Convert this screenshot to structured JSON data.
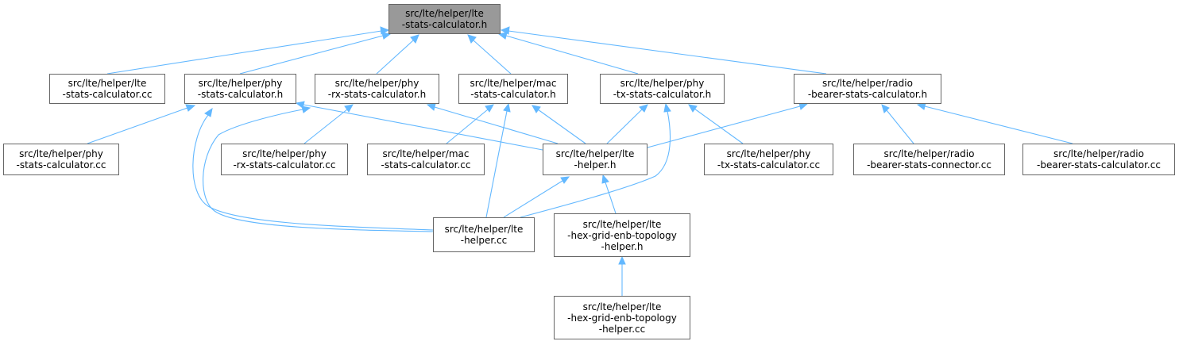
{
  "diagram": {
    "nodes": [
      {
        "id": "n0",
        "lines": [
          "src/lte/helper/lte",
          "-stats-calculator.h"
        ],
        "highlighted": true
      },
      {
        "id": "n1",
        "lines": [
          "src/lte/helper/lte",
          "-stats-calculator.cc"
        ]
      },
      {
        "id": "n2",
        "lines": [
          "src/lte/helper/phy",
          "-stats-calculator.h"
        ]
      },
      {
        "id": "n3",
        "lines": [
          "src/lte/helper/phy",
          "-rx-stats-calculator.h"
        ]
      },
      {
        "id": "n4",
        "lines": [
          "src/lte/helper/mac",
          "-stats-calculator.h"
        ]
      },
      {
        "id": "n5",
        "lines": [
          "src/lte/helper/phy",
          "-tx-stats-calculator.h"
        ]
      },
      {
        "id": "n6",
        "lines": [
          "src/lte/helper/radio",
          "-bearer-stats-calculator.h"
        ]
      },
      {
        "id": "n7",
        "lines": [
          "src/lte/helper/phy",
          "-stats-calculator.cc"
        ]
      },
      {
        "id": "n8",
        "lines": [
          "src/lte/helper/phy",
          "-rx-stats-calculator.cc"
        ]
      },
      {
        "id": "n9",
        "lines": [
          "src/lte/helper/mac",
          "-stats-calculator.cc"
        ]
      },
      {
        "id": "n10",
        "lines": [
          "src/lte/helper/lte",
          "-helper.h"
        ]
      },
      {
        "id": "n11",
        "lines": [
          "src/lte/helper/phy",
          "-tx-stats-calculator.cc"
        ]
      },
      {
        "id": "n12",
        "lines": [
          "src/lte/helper/radio",
          "-bearer-stats-connector.cc"
        ]
      },
      {
        "id": "n13",
        "lines": [
          "src/lte/helper/radio",
          "-bearer-stats-calculator.cc"
        ]
      },
      {
        "id": "n14",
        "lines": [
          "src/lte/helper/lte",
          "-helper.cc"
        ]
      },
      {
        "id": "n15",
        "lines": [
          "src/lte/helper/lte",
          "-hex-grid-enb-topology",
          "-helper.h"
        ]
      },
      {
        "id": "n16",
        "lines": [
          "src/lte/helper/lte",
          "-hex-grid-enb-topology",
          "-helper.cc"
        ]
      }
    ],
    "edges": [
      {
        "from": "n1",
        "to": "n0"
      },
      {
        "from": "n2",
        "to": "n0"
      },
      {
        "from": "n3",
        "to": "n0"
      },
      {
        "from": "n4",
        "to": "n0"
      },
      {
        "from": "n5",
        "to": "n0"
      },
      {
        "from": "n6",
        "to": "n0"
      },
      {
        "from": "n7",
        "to": "n2"
      },
      {
        "from": "n10",
        "to": "n2"
      },
      {
        "from": "n14",
        "to": "n2"
      },
      {
        "from": "n8",
        "to": "n3"
      },
      {
        "from": "n10",
        "to": "n3"
      },
      {
        "from": "n14",
        "to": "n3"
      },
      {
        "from": "n9",
        "to": "n4"
      },
      {
        "from": "n10",
        "to": "n4"
      },
      {
        "from": "n14",
        "to": "n4"
      },
      {
        "from": "n10",
        "to": "n5"
      },
      {
        "from": "n11",
        "to": "n5"
      },
      {
        "from": "n14",
        "to": "n5"
      },
      {
        "from": "n10",
        "to": "n6"
      },
      {
        "from": "n12",
        "to": "n6"
      },
      {
        "from": "n13",
        "to": "n6"
      },
      {
        "from": "n14",
        "to": "n10"
      },
      {
        "from": "n15",
        "to": "n10"
      },
      {
        "from": "n16",
        "to": "n15"
      }
    ],
    "edge_color": "#63b8ff",
    "node_border_color": "#666666",
    "highlight_fill": "#999999"
  }
}
